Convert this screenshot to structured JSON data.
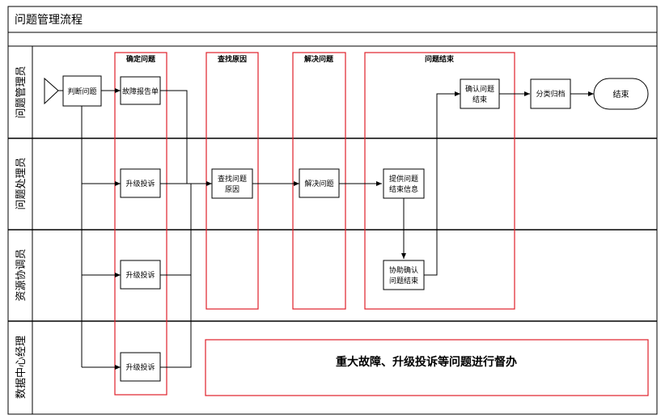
{
  "title": "问题管理流程",
  "lanes": [
    "问题管理员",
    "问题处理员",
    "资源协调员",
    "数据中心经理"
  ],
  "phases": [
    "确定问题",
    "查找原因",
    "解决问题",
    "问题结束"
  ],
  "nodes": {
    "judge": "判断问题",
    "fault_report": "故障报告单",
    "escalate_1": "升级投诉",
    "escalate_2": "升级投诉",
    "escalate_3": "升级投诉",
    "find_cause": [
      "查找问题",
      "原因"
    ],
    "solve": "解决问题",
    "provide_end_info": [
      "提供问题",
      "结束信息"
    ],
    "assist_confirm": [
      "协助确认",
      "问题结束"
    ],
    "confirm_end": [
      "确认问题",
      "结束"
    ],
    "archive": "分类归档",
    "end": "结束"
  },
  "note": "重大故障、升级投诉等问题进行督办",
  "colors": {
    "phase_border": "#e0202a",
    "line": "#000000",
    "box_fill": "#ffffff"
  }
}
